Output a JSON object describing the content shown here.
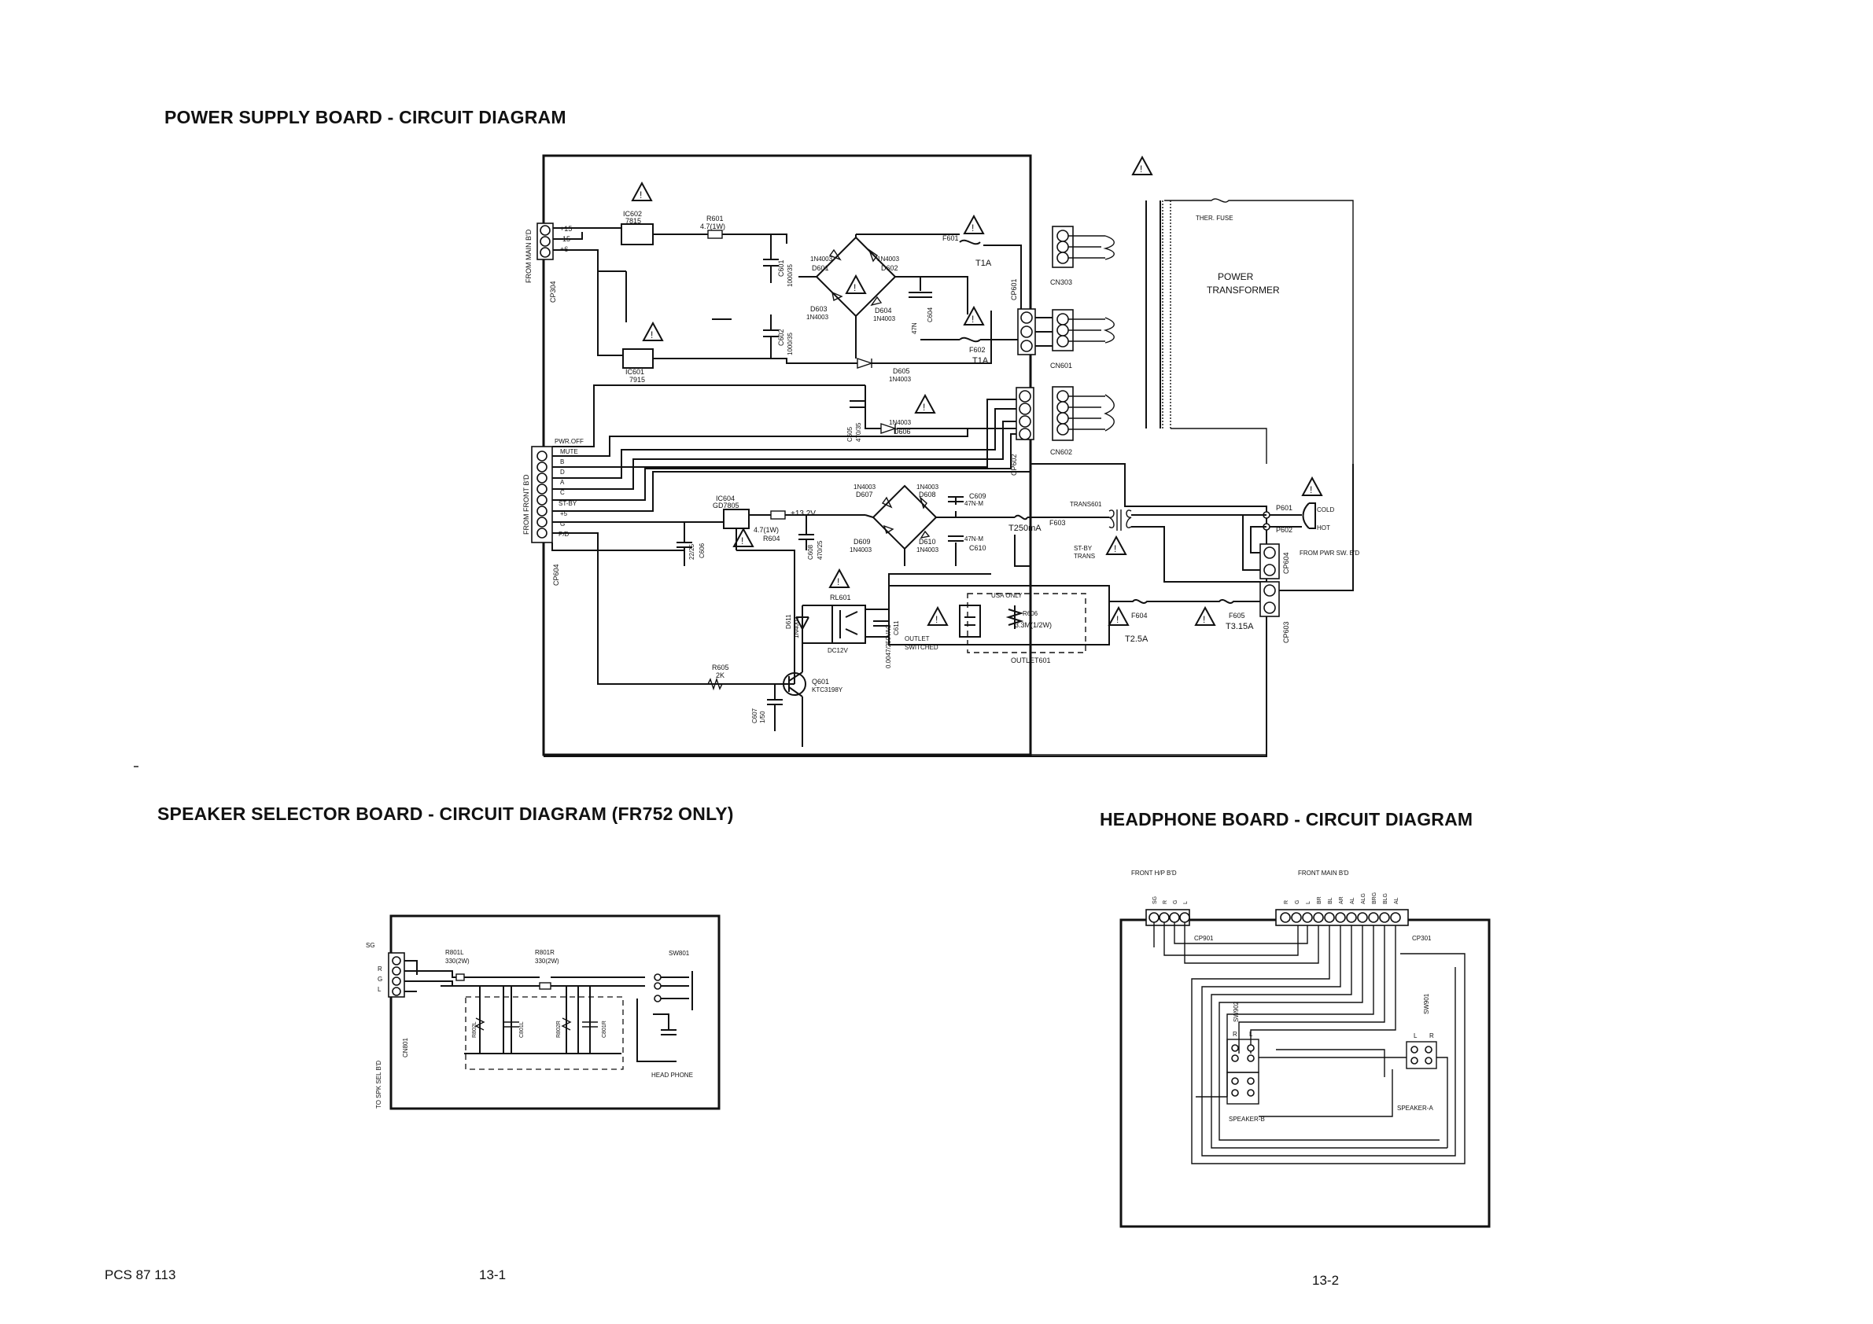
{
  "titles": {
    "power_supply": "POWER SUPPLY BOARD - CIRCUIT DIAGRAM",
    "speaker_selector": "SPEAKER SELECTOR BOARD - CIRCUIT DIAGRAM (FR752 ONLY)",
    "headphone": "HEADPHONE BOARD - CIRCUIT DIAGRAM"
  },
  "footer": {
    "doc_code": "PCS 87 113",
    "page_left": "13-1",
    "page_right": "13-2"
  },
  "power_supply": {
    "from_main": "FROM MAIN B'D",
    "cp304": "CP304",
    "cp304_pins": [
      "+15",
      "-15",
      "+6"
    ],
    "ic602": "IC602",
    "ic602_type": "7815",
    "ic601": "IC601",
    "ic601_type": "7915",
    "r601": "R601",
    "r601_value": "4.7(1W)",
    "c601": "C601",
    "c602": "C602",
    "c_val": "1000/35",
    "d601": "D601",
    "d602": "D602",
    "d603": "D603",
    "d604": "D604",
    "d605": "D605",
    "d606": "D606",
    "d607": "D607",
    "d608": "D608",
    "d609": "D609",
    "d610": "D610",
    "d611": "D611",
    "in4003": "1N4003",
    "c605": "C605",
    "c605_value": "470/35",
    "c604": "C604",
    "c604_value": "47N",
    "f601": "F601",
    "f602": "F602",
    "f601_value": "T1A",
    "f602_value": "T1A",
    "cp601": "CP601",
    "cp602": "CP602",
    "cn303": "CN303",
    "cn601": "CN601",
    "cn602": "CN602",
    "ther_fuse": "THER. FUSE",
    "transformer_1": "POWER",
    "transformer_2": "TRANSFORMER",
    "from_front": "FROM FRONT B'D",
    "cp604_left": "CP604",
    "front_pins": [
      "PWR.OFF",
      "MUTE",
      "B",
      "D",
      "A",
      "C",
      "ST-BY",
      "+5",
      "G",
      "P/D"
    ],
    "ic604": "IC604",
    "ic604_type": "GD7805",
    "r604": "R604",
    "r604_value": "4.7(1W)",
    "v13": "+13.2V",
    "c606": "C606",
    "c606_value": "22/25",
    "c608": "C608",
    "c608_value": "470/25",
    "c609": "C609",
    "c610": "C610",
    "c609_value": "47N-M",
    "c610_value": "47N-M",
    "f603": "F603",
    "f603_value": "T250mA",
    "trans601": "TRANS601",
    "st_by_trans_1": "ST-BY",
    "st_by_trans_2": "TRANS",
    "p601": "P601",
    "p602": "P602",
    "cold": "COLD",
    "hot": "HOT",
    "cp604_right": "CP604",
    "from_pwr_sw": "FROM PWR SW. B'D",
    "cp603": "CP603",
    "rl601": "RL601",
    "rl601_value": "DC12V",
    "c611": "C611",
    "c611_value": "0.0047/250VAC",
    "outlet_switched_1": "OUTLET",
    "outlet_switched_2": "SWITCHED",
    "usa_only": "USA ONLY",
    "r606": "R606",
    "r606_value": "3.3M(1/2W)",
    "outlet601": "OUTLET601",
    "f604": "F604",
    "f604_value": "T2.5A",
    "f605": "F605",
    "f605_value": "T3.15A",
    "r605": "R605",
    "r605_value": "2K",
    "q601": "Q601",
    "q601_type": "KTC3198Y",
    "c607": "C607",
    "c607_value": "1/50"
  },
  "speaker_selector": {
    "cn801": "CN801",
    "to_spk": "TO SPK SEL B'D",
    "sg": "SG",
    "pins": [
      "R",
      "G",
      "L"
    ],
    "r801l": "R801L",
    "r801r": "R801R",
    "r801_value": "330(2W)",
    "sw801": "SW801",
    "head_phone": "HEAD PHONE",
    "r802l": "R802L",
    "r802r": "R802R",
    "c801l": "C801L",
    "c801r": "C801R"
  },
  "headphone": {
    "front_hp": "FRONT H/P B'D",
    "front_main": "FRONT MAIN B'D",
    "cp901": "CP901",
    "cp301": "CP301",
    "sw902": "SW902",
    "sw901": "SW901",
    "speaker_b": "SPEAKER-B",
    "speaker_a": "SPEAKER-A",
    "r": "R",
    "l": "L",
    "cp901_pins": [
      "SG",
      "R",
      "G",
      "L"
    ],
    "cp301_pins": [
      "R",
      "G",
      "L",
      "BR",
      "BL",
      "AR",
      "AL",
      "ALG",
      "BRG",
      "BLG",
      "AL"
    ]
  }
}
